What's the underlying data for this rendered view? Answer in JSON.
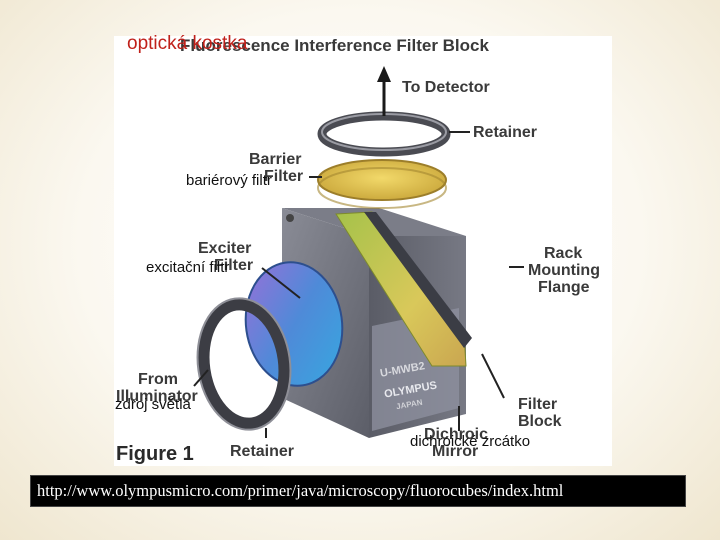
{
  "slide": {
    "title": "optická kostka",
    "url": "http://www.olympusmicro.com/primer/java/microscopy/fluorocubes/index.html"
  },
  "figure": {
    "heading": "Fluorescence Interference Filter Block",
    "caption": "Figure 1",
    "labels": {
      "to_detector": "To Detector",
      "retainer_top": "Retainer",
      "barrier": "Barrier",
      "filter_barrier": "Filter",
      "exciter": "Exciter",
      "filter_exciter": "Filter",
      "rack1": "Rack",
      "rack2": "Mounting",
      "rack3": "Flange",
      "from": "From",
      "illuminator": "Illuminator",
      "retainer_bottom": "Retainer",
      "filter_block1": "Filter",
      "filter_block2": "Block",
      "dichroic1": "Dichroic",
      "dichroic2": "Mirror",
      "cube_code": "U-MWB2",
      "brand": "OLYMPUS",
      "brand_sub": "JAPAN"
    }
  },
  "overlay_labels": {
    "barrier": "bariérový filtr",
    "excitation": "excitační filtr",
    "light_source": "zdroj světla",
    "dichroic": "dichroické zrcátko"
  },
  "colors": {
    "title_red": "#c0201a",
    "cube_grey": "#6b6d78",
    "barrier_yellow": "#e2c24c",
    "mirror_green": "#b9c94a",
    "exciter_blue": "#4f8ad8"
  }
}
